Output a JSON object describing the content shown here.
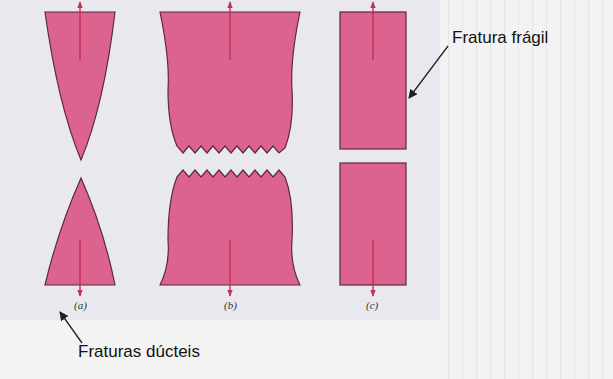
{
  "diagram": {
    "labels": [
      "Fratura frágil",
      "(a)",
      "(b)",
      "(c)",
      "Fraturas dúcteis"
    ]
  }
}
